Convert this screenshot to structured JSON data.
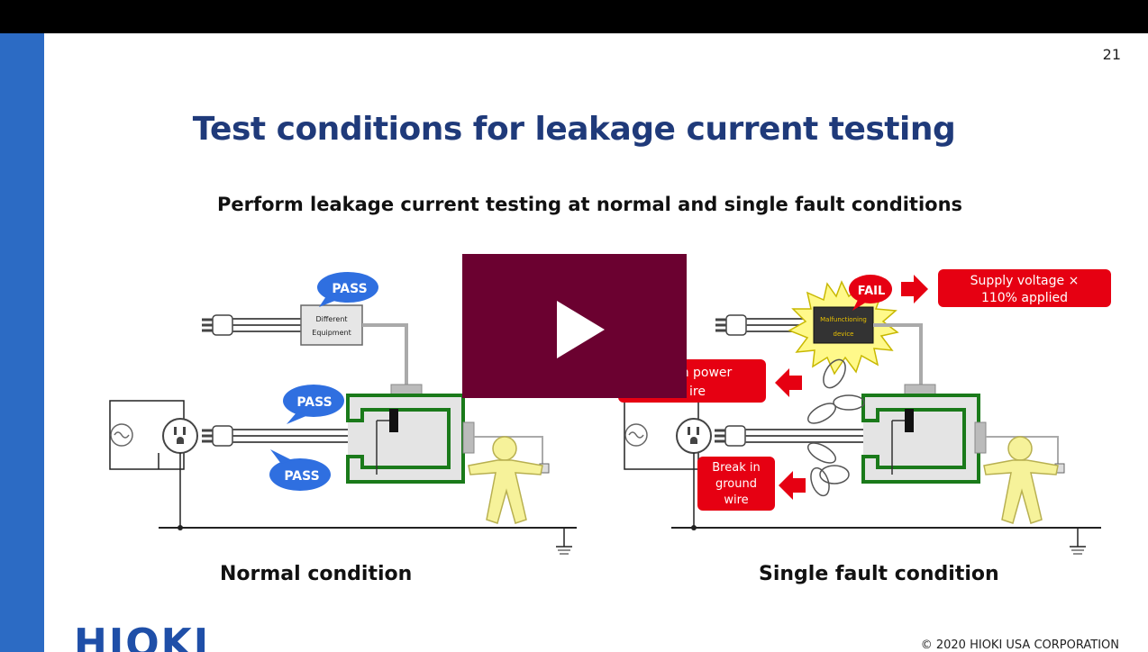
{
  "slide": {
    "page_number": "21",
    "title": "Test conditions for leakage current testing",
    "subtitle": "Perform leakage current testing at normal and single fault conditions",
    "copyright": "© 2020  HIOKI USA CORPORATION",
    "logo_text": "HIOKI"
  },
  "left_diagram": {
    "caption": "Normal condition",
    "equipment_label_line1": "Different",
    "equipment_label_line2": "Equipment",
    "bubbles": [
      "PASS",
      "PASS",
      "PASS"
    ]
  },
  "right_diagram": {
    "caption": "Single fault condition",
    "fail_bubble": "FAIL",
    "device_label_line1": "Malfunctioning",
    "device_label_line2": "device",
    "callouts": {
      "supply_line1": "Supply voltage ×",
      "supply_line2": "110% applied",
      "power_line1": "n power",
      "power_line2": "ire",
      "ground_line1": "Break in",
      "ground_line2": "ground",
      "ground_line3": "wire"
    }
  },
  "video": {
    "play_icon": "play-icon"
  },
  "colors": {
    "sidebar": "#2c6bc4",
    "title": "#1f3a7a",
    "pass_bubble": "#2f6fe0",
    "fail_red": "#e60012",
    "enclosure_green": "#1a7a1a",
    "person": "#f6f29a",
    "play_bg": "#6b0130"
  }
}
